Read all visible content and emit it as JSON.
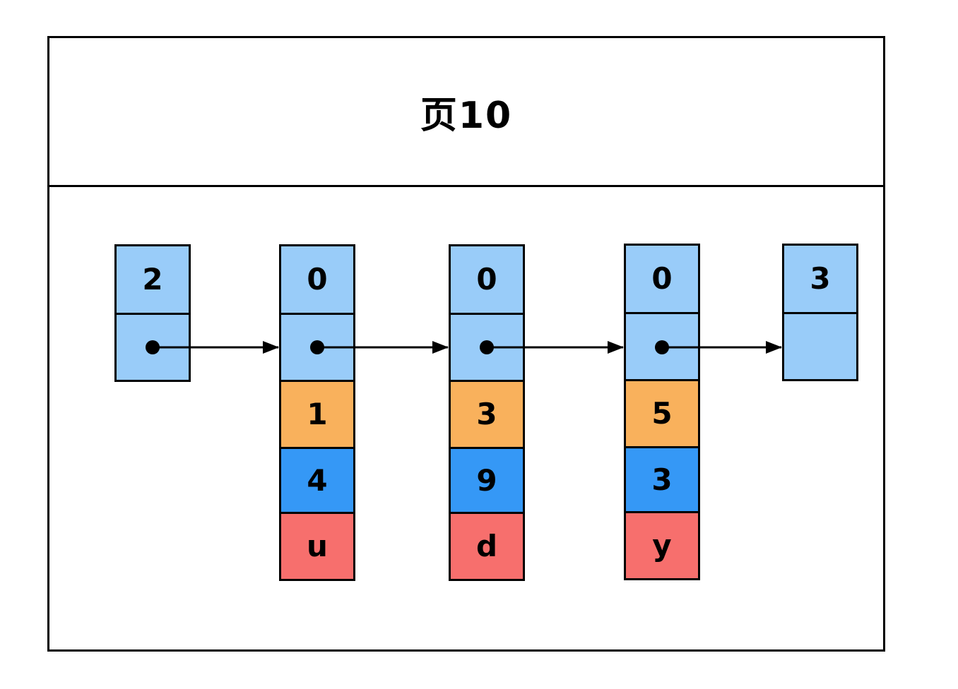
{
  "page": {
    "title": "页10"
  },
  "colors": {
    "light_blue": "#99ccf9",
    "orange": "#f9b15c",
    "blue": "#3598f6",
    "red": "#f76f6d",
    "border": "#000000",
    "background": "#ffffff"
  },
  "diagram": {
    "type": "linked-record-list",
    "columns": [
      {
        "name": "head-node",
        "cells": [
          {
            "kind": "value",
            "value": "2",
            "color": "light_blue"
          },
          {
            "kind": "pointer",
            "value": "",
            "color": "light_blue",
            "has_dot": true
          }
        ]
      },
      {
        "name": "record-1",
        "cells": [
          {
            "kind": "value",
            "value": "0",
            "color": "light_blue"
          },
          {
            "kind": "pointer",
            "value": "",
            "color": "light_blue",
            "has_dot": true
          },
          {
            "kind": "value",
            "value": "1",
            "color": "orange"
          },
          {
            "kind": "value",
            "value": "4",
            "color": "blue"
          },
          {
            "kind": "value",
            "value": "u",
            "color": "red"
          }
        ]
      },
      {
        "name": "record-2",
        "cells": [
          {
            "kind": "value",
            "value": "0",
            "color": "light_blue"
          },
          {
            "kind": "pointer",
            "value": "",
            "color": "light_blue",
            "has_dot": true
          },
          {
            "kind": "value",
            "value": "3",
            "color": "orange"
          },
          {
            "kind": "value",
            "value": "9",
            "color": "blue"
          },
          {
            "kind": "value",
            "value": "d",
            "color": "red"
          }
        ]
      },
      {
        "name": "record-3",
        "cells": [
          {
            "kind": "value",
            "value": "0",
            "color": "light_blue"
          },
          {
            "kind": "pointer",
            "value": "",
            "color": "light_blue",
            "has_dot": true
          },
          {
            "kind": "value",
            "value": "5",
            "color": "orange"
          },
          {
            "kind": "value",
            "value": "3",
            "color": "blue"
          },
          {
            "kind": "value",
            "value": "y",
            "color": "red"
          }
        ]
      },
      {
        "name": "tail-node",
        "cells": [
          {
            "kind": "value",
            "value": "3",
            "color": "light_blue"
          },
          {
            "kind": "pointer",
            "value": "",
            "color": "light_blue",
            "has_dot": false
          }
        ]
      }
    ],
    "arrows": [
      {
        "from": "head-node",
        "to": "record-1"
      },
      {
        "from": "record-1",
        "to": "record-2"
      },
      {
        "from": "record-2",
        "to": "record-3"
      },
      {
        "from": "record-3",
        "to": "tail-node"
      }
    ]
  }
}
